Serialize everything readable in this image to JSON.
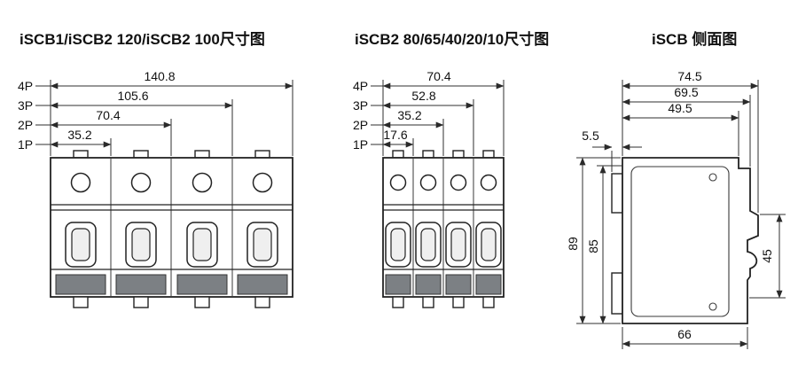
{
  "colors": {
    "ink": "#222222",
    "terminal_fill": "#7c8084",
    "background": "#ffffff"
  },
  "diagrams": {
    "left": {
      "title": "iSCB1/iSCB2 120/iSCB2 100尺寸图",
      "pole_labels": [
        "4P",
        "3P",
        "2P",
        "1P"
      ],
      "dims": {
        "p4": "140.8",
        "p3": "105.6",
        "p2": "70.4",
        "p1": "35.2"
      }
    },
    "middle": {
      "title": "iSCB2 80/65/40/20/10尺寸图",
      "pole_labels": [
        "4P",
        "3P",
        "2P",
        "1P"
      ],
      "dims": {
        "p4": "70.4",
        "p3": "52.8",
        "p2": "35.2",
        "p1": "17.6"
      }
    },
    "right": {
      "title": "iSCB 侧面图",
      "dims": {
        "width_total": "74.5",
        "width_upper": "69.5",
        "width_front": "49.5",
        "clip_offset": "5.5",
        "height_total": "89",
        "height_body": "85",
        "front_height": "45",
        "depth_bottom": "66"
      }
    }
  }
}
